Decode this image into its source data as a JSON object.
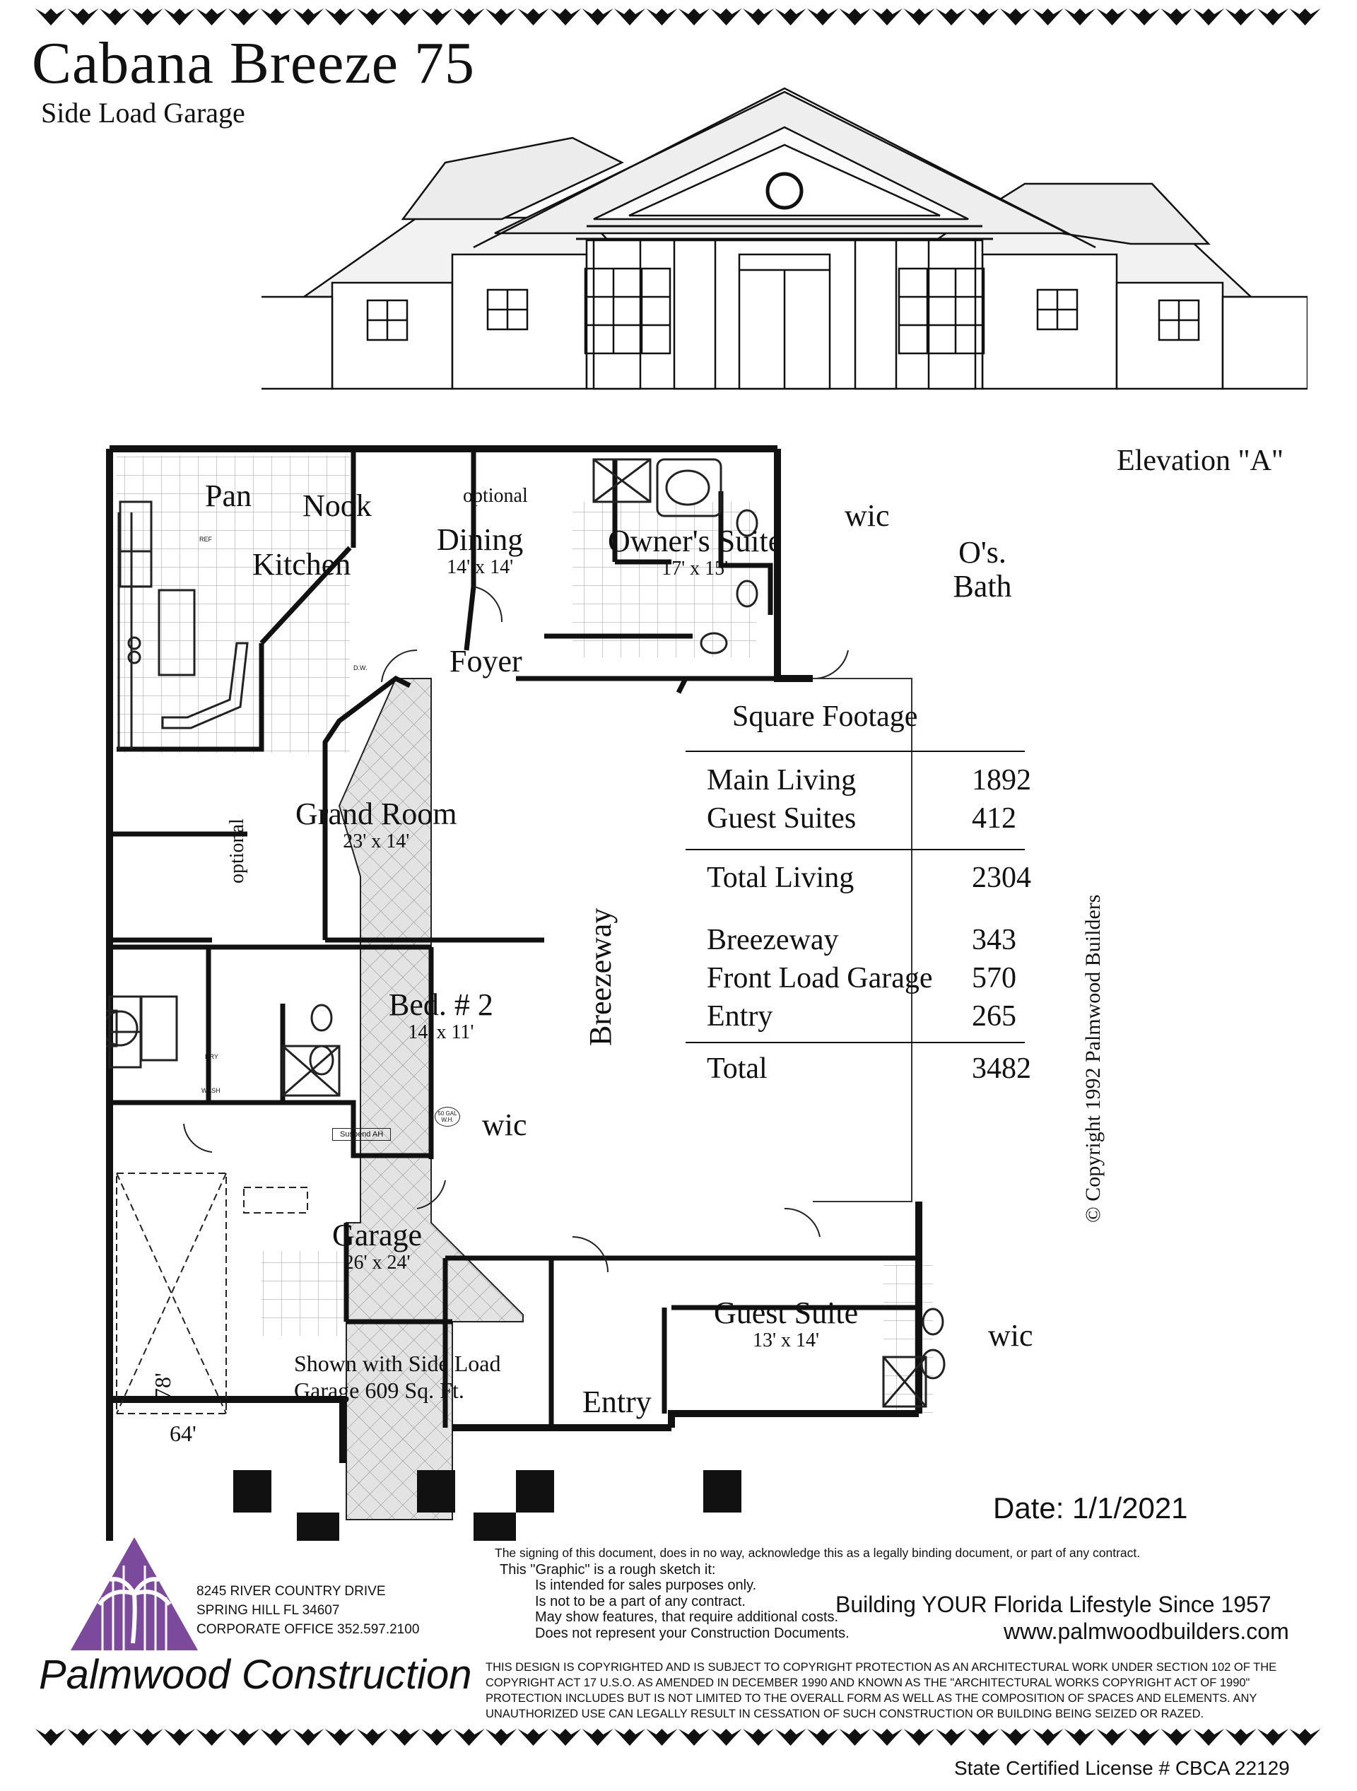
{
  "header": {
    "title": "Cabana Breeze 75",
    "subtitle": "Side Load Garage",
    "elevation_label": "Elevation \"A\""
  },
  "plan": {
    "rooms": [
      {
        "id": "pantry",
        "name": "Pan",
        "dims": ""
      },
      {
        "id": "nook",
        "name": "Nook",
        "dims": ""
      },
      {
        "id": "kitchen",
        "name": "Kitchen",
        "dims": ""
      },
      {
        "id": "dining",
        "name": "Dining",
        "dims": "14' x 14'"
      },
      {
        "id": "owners-suite",
        "name": "Owner's Suite",
        "dims": "17' x 15'"
      },
      {
        "id": "owners-wic",
        "name": "wic",
        "dims": ""
      },
      {
        "id": "owners-bath",
        "name": "O's. Bath",
        "dims": ""
      },
      {
        "id": "foyer",
        "name": "Foyer",
        "dims": ""
      },
      {
        "id": "grand-room",
        "name": "Grand Room",
        "dims": "23' x 14'"
      },
      {
        "id": "bed-2",
        "name": "Bed. # 2",
        "dims": "14' x 11'"
      },
      {
        "id": "bed2-wic",
        "name": "wic",
        "dims": ""
      },
      {
        "id": "breezeway",
        "name": "Breezeway",
        "dims": ""
      },
      {
        "id": "garage",
        "name": "Garage",
        "dims": "26' x 24'"
      },
      {
        "id": "guest-suite",
        "name": "Guest Suite",
        "dims": "13' x 14'"
      },
      {
        "id": "guest-wic",
        "name": "wic",
        "dims": ""
      },
      {
        "id": "entry",
        "name": "Entry",
        "dims": ""
      }
    ],
    "notes": {
      "optional_dining": "optional",
      "optional_grand": "optional",
      "garage_note_1": "Shown with Side Load",
      "garage_note_2": "Garage 609 Sq. Ft.",
      "width_dim": "64'",
      "depth_dim": "78'",
      "fixtures": {
        "ref": "REF",
        "dw": "D.W.",
        "dry": "DRY",
        "wash": "WASH",
        "suspend_ah": "Suspend AH",
        "water_heater": "50 GAL W.H."
      }
    }
  },
  "square_footage": {
    "title": "Square Footage",
    "rows": [
      {
        "label": "Main Living",
        "value": "1892"
      },
      {
        "label": "Guest Suites",
        "value": "412"
      },
      {
        "label": "Total Living",
        "value": "2304"
      },
      {
        "label": "Breezeway",
        "value": "343"
      },
      {
        "label": "Front Load Garage",
        "value": "570"
      },
      {
        "label": "Entry",
        "value": "265"
      },
      {
        "label": "Total",
        "value": "3482"
      }
    ],
    "copyright": "© Copyright 1992 Palmwood Builders"
  },
  "footer": {
    "date": "Date: 1/1/2021",
    "notice": "The signing of this document, does in no way, acknowledge this as a legally binding document, or part of any contract.",
    "sketch_intro": "This \"Graphic\" is a rough sketch it:",
    "sketch_items": [
      "Is intended for sales purposes only.",
      "Is not to be a part of any contract.",
      "May show features, that require additional costs.",
      "Does not represent your Construction Documents."
    ],
    "tagline": "Building YOUR Florida Lifestyle Since 1957",
    "website": "www.palmwoodbuilders.com",
    "address_lines": [
      "8245 RIVER COUNTRY DRIVE",
      "SPRING HILL FL 34607",
      "CORPORATE OFFICE 352.597.2100"
    ],
    "company": "Palmwood Construction",
    "legal": "THIS DESIGN IS COPYRIGHTED AND IS SUBJECT TO COPYRIGHT PROTECTION AS AN ARCHITECTURAL WORK UNDER SECTION 102 OF THE COPYRIGHT ACT 17 U.S.O. AS AMENDED IN DECEMBER 1990 AND KNOWN AS THE \"ARCHITECTURAL WORKS COPYRIGHT ACT OF 1990\" PROTECTION INCLUDES BUT IS NOT LIMITED TO THE OVERALL FORM AS WELL AS THE COMPOSITION OF SPACES AND ELEMENTS. ANY UNAUTHORIZED USE CAN LEGALLY RESULT IN CESSATION OF SUCH CONSTRUCTION OR BUILDING BEING SEIZED OR RAZED.",
    "license": "State Certified License # CBCA 22129"
  },
  "colors": {
    "logo_purple": "#7b4a9c",
    "ink": "#111111",
    "tile_line": "#9a9a9a",
    "paver": "#dcdcdc"
  }
}
